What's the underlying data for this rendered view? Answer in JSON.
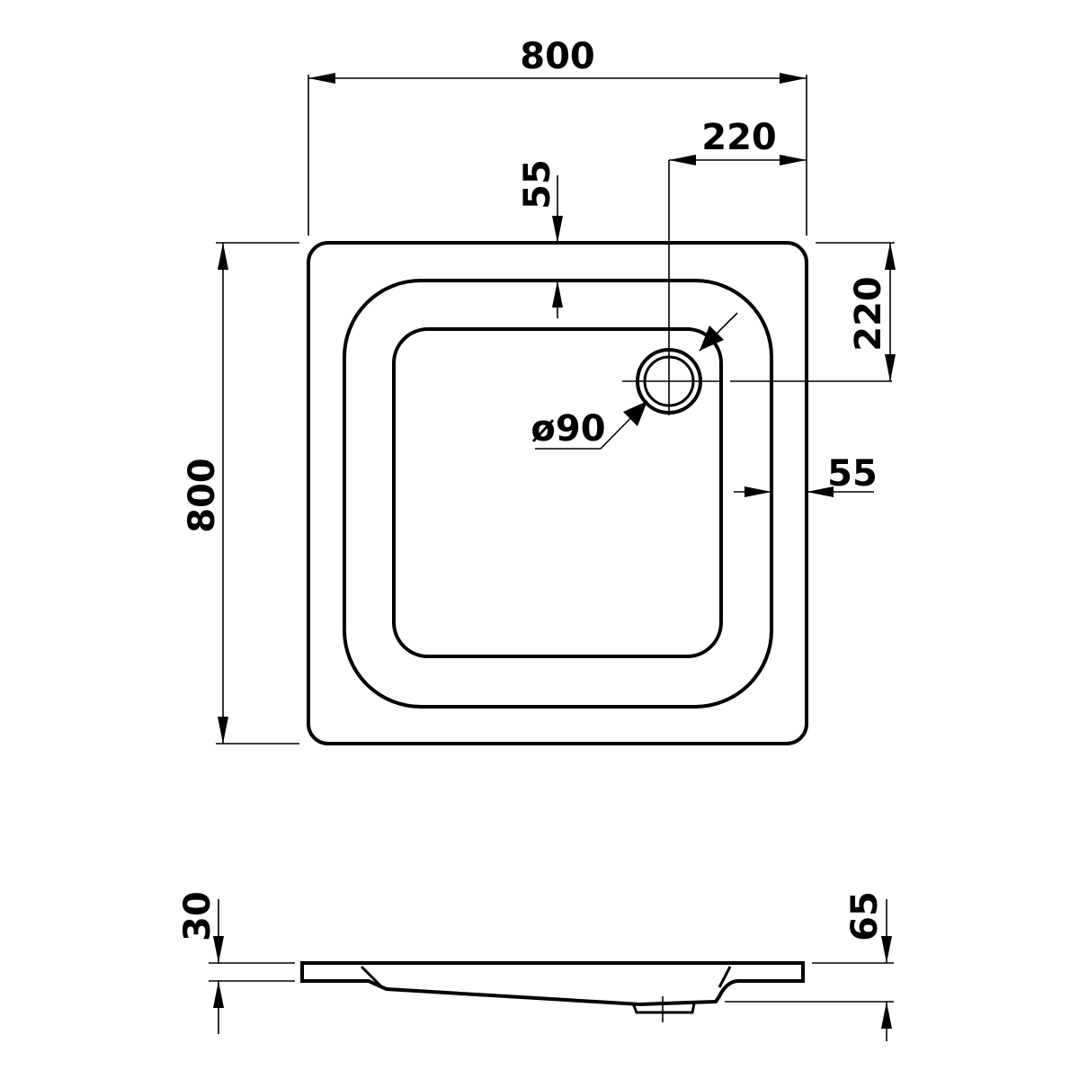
{
  "plan": {
    "width_label": "800",
    "height_label": "800",
    "drain_x_label": "220",
    "drain_y_label": "220",
    "top_rim_label": "55",
    "side_rim_label": "55",
    "drain_diameter_label": "ø90"
  },
  "side_view": {
    "left_height_label": "30",
    "right_height_label": "65"
  }
}
